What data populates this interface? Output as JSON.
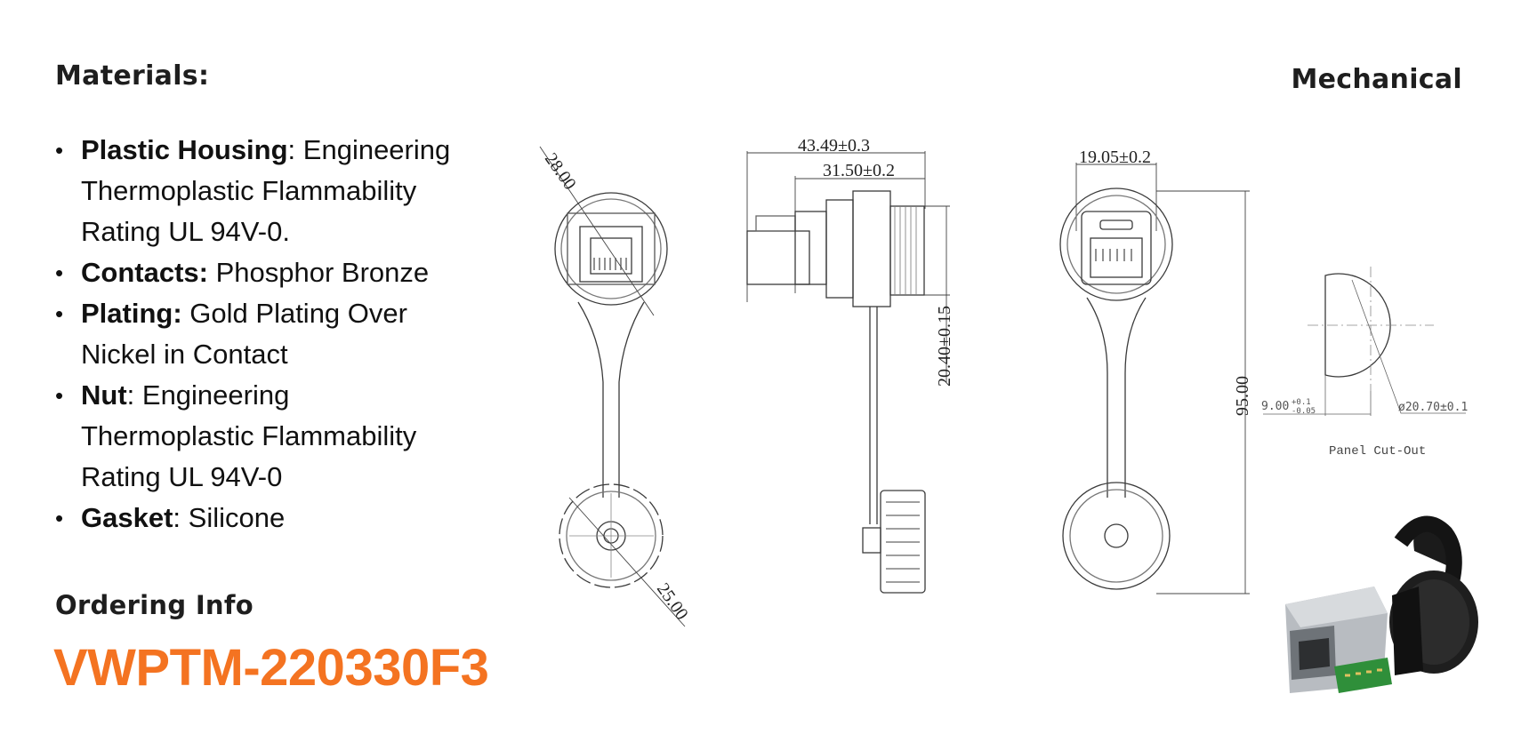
{
  "headings": {
    "materials": "Materials:",
    "mechanical": "Mechanical",
    "ordering": "Ordering Info"
  },
  "part_number": "VWPTM-220330F3",
  "materials": [
    {
      "label": "Plastic Housing",
      "sep": ": ",
      "lines": [
        "Engineering",
        "Thermoplastic Flammability",
        "Rating UL 94V-0."
      ]
    },
    {
      "label": "Contacts:",
      "sep": " ",
      "lines": [
        "Phosphor Bronze"
      ]
    },
    {
      "label": "Plating:",
      "sep": " ",
      "lines": [
        "Gold Plating Over",
        "Nickel in Contact"
      ]
    },
    {
      "label": "Nut",
      "sep": ": ",
      "lines": [
        "Engineering",
        "Thermoplastic Flammability",
        "Rating UL 94V-0"
      ]
    },
    {
      "label": "Gasket",
      "sep": ": ",
      "lines": [
        "Silicone"
      ]
    }
  ],
  "drawing": {
    "front_dim_top": "28.00",
    "front_dim_bottom": "25.00",
    "side_overall": "43.49±0.3",
    "side_body": "31.50±0.2",
    "side_height": "20.40±0.15",
    "rear_width": "19.05±0.2",
    "rear_length": "95.00",
    "cutout_flat": "9.00",
    "cutout_flat_tol_plus": "+0.1",
    "cutout_flat_tol_minus": "-0.05",
    "cutout_dia": "ø20.70±0.1",
    "cutout_label": "Panel Cut-Out"
  }
}
